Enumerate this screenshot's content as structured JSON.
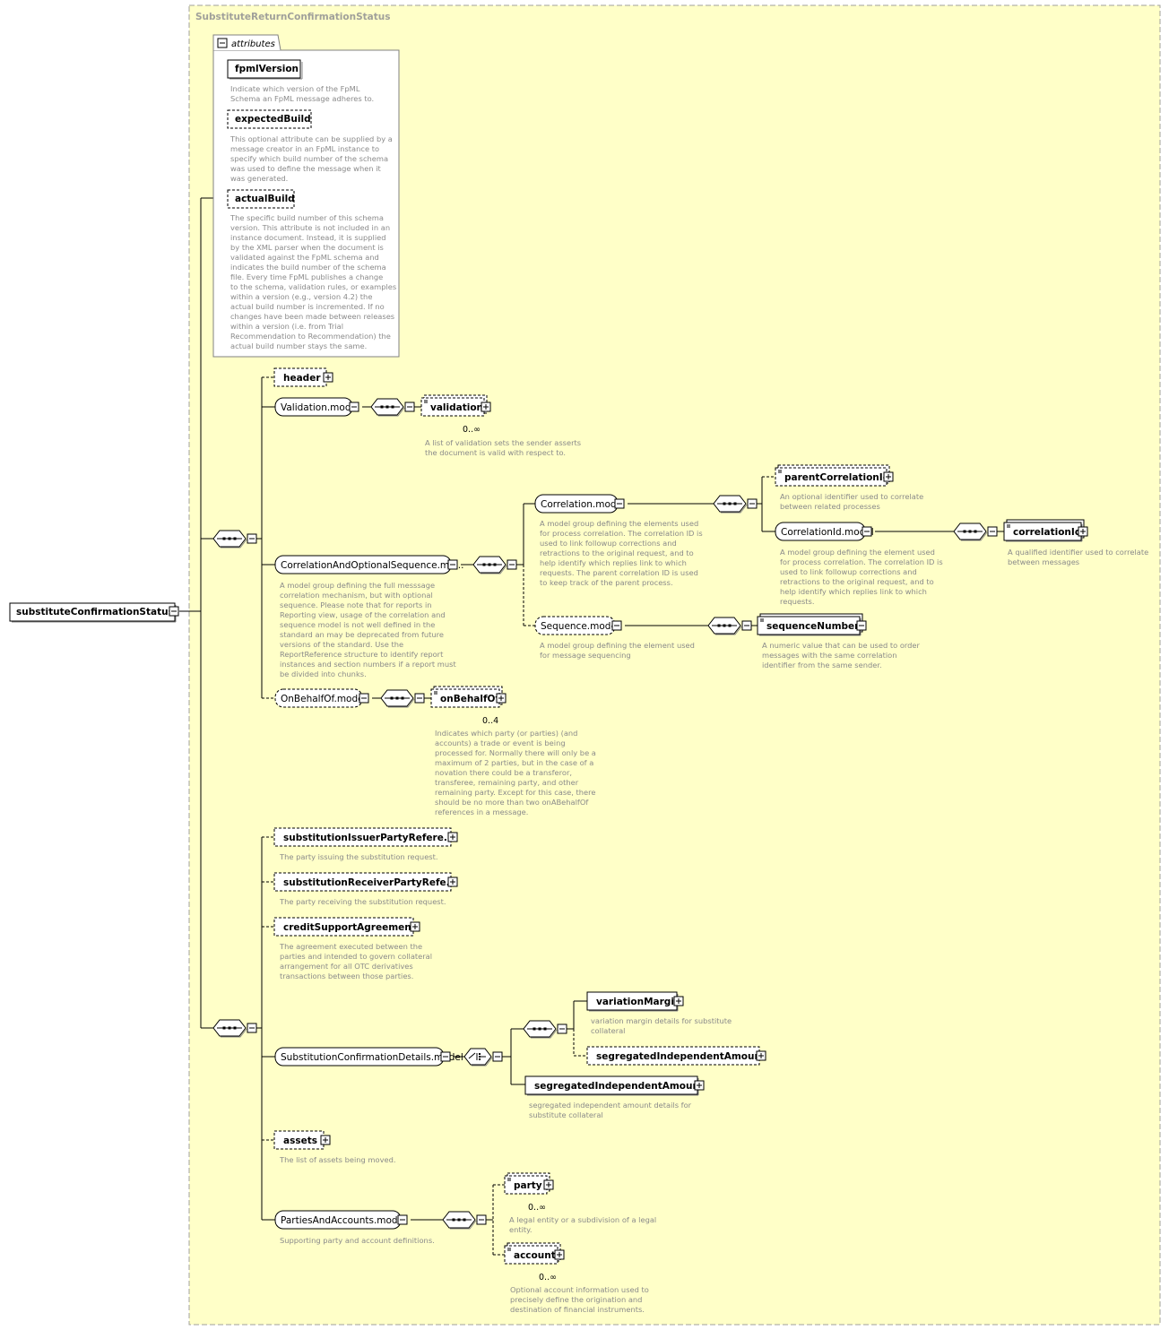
{
  "root": {
    "label": "substituteConfirmationStatus"
  },
  "type_title": "SubstituteReturnConfirmationStatus",
  "attributes": {
    "header": "attributes",
    "items": [
      {
        "name": "fpmlVersion",
        "desc": [
          "Indicate which version of the FpML",
          "Schema an FpML message adheres to."
        ]
      },
      {
        "name": "expectedBuild",
        "desc": [
          "This optional attribute can be supplied by a",
          "message creator in an FpML instance to",
          "specify which build number of the schema",
          "was used to define the message when it",
          "was generated."
        ]
      },
      {
        "name": "actualBuild",
        "desc": [
          "The specific build number of this schema",
          "version. This attribute is not included in an",
          "instance document. Instead, it is supplied",
          "by the XML parser when the document is",
          "validated against the FpML schema and",
          "indicates the build number of the schema",
          "file. Every time FpML publishes a change",
          "to the schema, validation rules, or examples",
          "within a version (e.g., version 4.2) the",
          "actual build number is incremented. If no",
          "changes have been made between releases",
          "within a version (i.e. from Trial",
          "Recommendation to Recommendation) the",
          "actual build number stays the same."
        ]
      }
    ]
  },
  "nodes": {
    "header": {
      "label": "header"
    },
    "validation_model": {
      "label": "Validation.model"
    },
    "validation": {
      "label": "validation",
      "occurs": "0..∞",
      "desc": [
        "A list of validation sets the sender asserts",
        "the document is valid with respect to."
      ]
    },
    "corr_opt_seq": {
      "label": "CorrelationAndOptionalSequence.mo...",
      "desc": [
        "A model group defining the full messsage",
        "correlation mechanism, but with optional",
        "sequence. Please note that for reports in",
        "Reporting view, usage of the correlation and",
        "sequence model is not well defined in the",
        "standard an may be deprecated from future",
        "versions of the standard. Use the",
        "ReportReference structure to identify report",
        "instances and section numbers if a report must",
        "be divided into chunks."
      ]
    },
    "correlation_model": {
      "label": "Correlation.model",
      "desc": [
        "A model group defining the elements used",
        "for process correlation. The correlation ID is",
        "used to link followup corrections and",
        "retractions to the original request, and to",
        "help identify which replies link to which",
        "requests. The parent correlation ID is used",
        "to keep track of the parent process."
      ]
    },
    "parent_corr_id": {
      "label": "parentCorrelationId",
      "desc": [
        "An optional identifier used to correlate",
        "between related processes"
      ]
    },
    "correlation_id_model": {
      "label": "CorrelationId.model",
      "desc": [
        "A model group defining the element used",
        "for process correlation. The correlation ID is",
        "used to link followup corrections and",
        "retractions to the original request, and to",
        "help identify which replies link to which",
        "requests."
      ]
    },
    "correlation_id": {
      "label": "correlationId",
      "desc": [
        "A qualified identifier used to correlate",
        "between messages"
      ]
    },
    "sequence_model": {
      "label": "Sequence.model",
      "desc": [
        "A model group defining the element used",
        "for message sequencing"
      ]
    },
    "sequence_number": {
      "label": "sequenceNumber",
      "desc": [
        "A numeric value that can be used to order",
        "messages with the same correlation",
        "identifier from the same sender."
      ]
    },
    "on_behalf_of_model": {
      "label": "OnBehalfOf.model"
    },
    "on_behalf_of": {
      "label": "onBehalfOf",
      "occurs": "0..4",
      "desc": [
        "Indicates which party (or parties) (and",
        "accounts) a trade or event is being",
        "processed for. Normally there will only be a",
        "maximum of 2 parties, but in the case of a",
        "novation there could be a transferor,",
        "transferee, remaining party, and other",
        "remaining party. Except for this case, there",
        "should be no more than two onABehalfOf",
        "references in a message."
      ]
    },
    "subst_issuer": {
      "label": "substitutionIssuerPartyRefere...",
      "desc": [
        "The party issuing the substitution request."
      ]
    },
    "subst_receiver": {
      "label": "substitutionReceiverPartyRefe...",
      "desc": [
        "The party receiving the substitution request."
      ]
    },
    "credit_support": {
      "label": "creditSupportAgreement",
      "desc": [
        "The agreement executed between the",
        "parties and intended to govern collateral",
        "arrangement for all OTC derivatives",
        "transactions between those parties."
      ]
    },
    "subst_conf_details": {
      "label": "SubstitutionConfirmationDetails.model"
    },
    "variation_margin": {
      "label": "variationMargin",
      "desc": [
        "variation margin details for substitute",
        "collateral"
      ]
    },
    "seg_ind_amount_opt": {
      "label": "segregatedIndependentAmount"
    },
    "seg_ind_amount": {
      "label": "segregatedIndependentAmount",
      "desc": [
        "segregated independent amount details for",
        "substitute collateral"
      ]
    },
    "assets": {
      "label": "assets",
      "desc": [
        "The list of assets being moved."
      ]
    },
    "parties_accounts_model": {
      "label": "PartiesAndAccounts.model",
      "desc": [
        "Supporting party and account definitions."
      ]
    },
    "party": {
      "label": "party",
      "occurs": "0..∞",
      "desc": [
        "A legal entity or a subdivision of a legal",
        "entity."
      ]
    },
    "account": {
      "label": "account",
      "occurs": "0..∞",
      "desc": [
        "Optional account information used to",
        "precisely define the origination and",
        "destination of financial instruments."
      ]
    }
  },
  "colors": {
    "background": "#ffffc8",
    "border": "#a0a09a",
    "line": "#000000",
    "desc_text": "#8a8a8a"
  }
}
